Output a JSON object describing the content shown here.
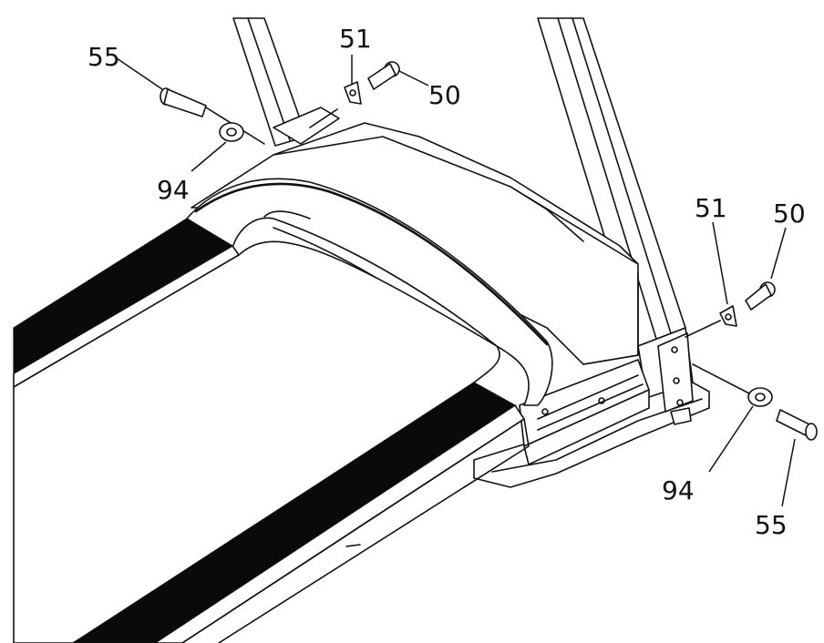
{
  "labels": {
    "bolt_left": "55",
    "washer_left": "94",
    "clip_left": "51",
    "screw_left": "50",
    "clip_right": "51",
    "screw_right": "50",
    "washer_right": "94",
    "bolt_right": "55"
  },
  "colors": {
    "line": "#111111",
    "belt": "#0a0a0a",
    "background": "#ffffff"
  }
}
